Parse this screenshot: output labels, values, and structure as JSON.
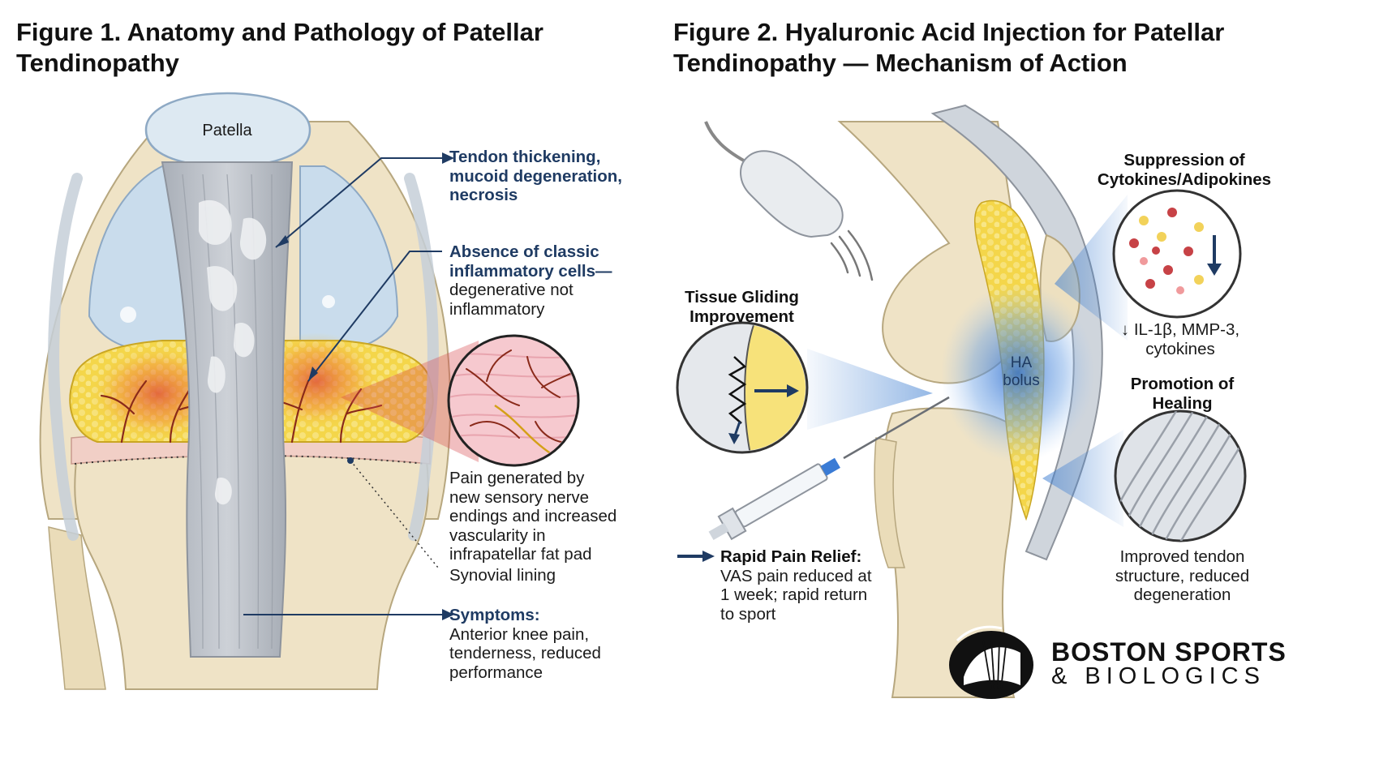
{
  "figure1": {
    "title_line1": "Figure 1. Anatomy and Pathology of Patellar",
    "title_line2": "Tendinopathy",
    "patella_label": "Patella",
    "callouts": {
      "thickening": {
        "lines": [
          "Tendon thickening,",
          "mucoid degeneration,",
          "necrosis"
        ]
      },
      "absence": {
        "bold_lines": [
          "Absence of classic",
          "inflammatory cells—"
        ],
        "lines": [
          "degenerative not",
          "inflammatory"
        ]
      },
      "pain": {
        "lines": [
          "Pain generated by",
          "new sensory nerve",
          "endings and increased",
          "vascularity in",
          "infrapatellar fat pad"
        ]
      },
      "synovial": {
        "lines": [
          "Synovial lining"
        ]
      },
      "symptoms": {
        "heading": "Symptoms:",
        "lines": [
          "Anterior knee pain,",
          "tenderness, reduced",
          "performance"
        ]
      }
    }
  },
  "figure2": {
    "title_line1": "Figure 2. Hyaluronic Acid Injection for Patellar",
    "title_line2": "Tendinopathy — Mechanism of Action",
    "ha_bolus": [
      "HA",
      "bolus"
    ],
    "gliding": {
      "lines": [
        "Tissue Gliding",
        "Improvement"
      ]
    },
    "suppression": {
      "lines": [
        "Suppression of",
        "Cytokines/Adipokines"
      ],
      "detail_lines": [
        "↓ IL-1β, MMP-3,",
        "cytokines"
      ]
    },
    "healing": {
      "lines": [
        "Promotion of",
        "Healing"
      ],
      "detail_lines": [
        "Improved tendon",
        "structure, reduced",
        "degeneration"
      ]
    },
    "relief": {
      "heading": "Rapid Pain Relief:",
      "lines": [
        "VAS pain reduced at",
        "1 week; rapid return",
        "to sport"
      ]
    }
  },
  "logo": {
    "line1": "BOSTON SPORTS",
    "line2": "& BIOLOGICS"
  },
  "colors": {
    "accent_navy": "#1f3b63",
    "bone": "#efe3c6",
    "cartilage": "#c9dcec",
    "tendon": "#b7bcc4",
    "fat": "#f4d64a",
    "inflamed": "#e0563a",
    "ha_blue": "#3f7fd1"
  }
}
